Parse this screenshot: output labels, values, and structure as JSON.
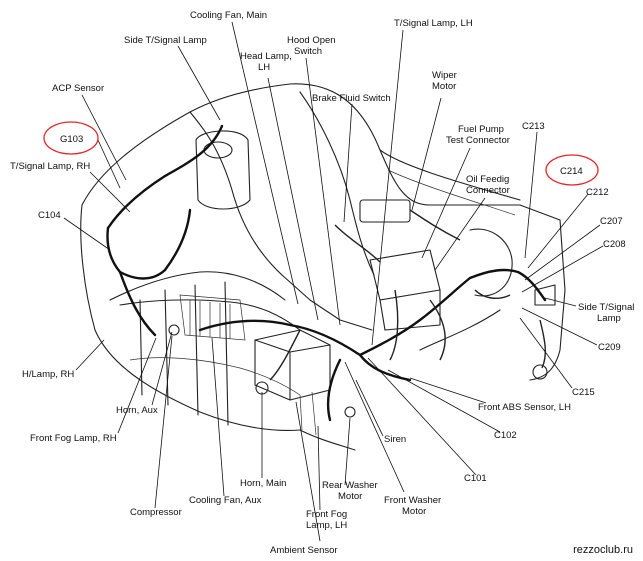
{
  "watermark": "rezzoclub.ru",
  "labels": [
    {
      "id": "cooling-fan-main",
      "lines": [
        "Cooling Fan, Main"
      ]
    },
    {
      "id": "side-tsignal-lamp-top",
      "lines": [
        "Side T/Signal Lamp"
      ]
    },
    {
      "id": "head-lamp-lh",
      "lines": [
        "Head Lamp,",
        "LH"
      ]
    },
    {
      "id": "hood-open-switch",
      "lines": [
        "Hood Open",
        "Switch"
      ]
    },
    {
      "id": "tsignal-lamp-lh",
      "lines": [
        "T/Signal Lamp, LH"
      ]
    },
    {
      "id": "acp-sensor",
      "lines": [
        "ACP Sensor"
      ]
    },
    {
      "id": "brake-fluid-switch",
      "lines": [
        "Brake Fluid Switch"
      ]
    },
    {
      "id": "wiper-motor",
      "lines": [
        "Wiper",
        "Motor"
      ]
    },
    {
      "id": "g103",
      "lines": [
        "G103"
      ]
    },
    {
      "id": "fuel-pump-test-connector",
      "lines": [
        "Fuel Pump",
        "Test Connector"
      ]
    },
    {
      "id": "c213",
      "lines": [
        "C213"
      ]
    },
    {
      "id": "tsignal-lamp-rh",
      "lines": [
        "T/Signal Lamp, RH"
      ]
    },
    {
      "id": "c214",
      "lines": [
        "C214"
      ]
    },
    {
      "id": "oil-feedig-connector",
      "lines": [
        "Oil Feedig",
        "Connector"
      ]
    },
    {
      "id": "c212",
      "lines": [
        "C212"
      ]
    },
    {
      "id": "c104",
      "lines": [
        "C104"
      ]
    },
    {
      "id": "c207",
      "lines": [
        "C207"
      ]
    },
    {
      "id": "c208",
      "lines": [
        "C208"
      ]
    },
    {
      "id": "side-tsignal-lamp-right",
      "lines": [
        "Side T/Signal",
        "Lamp"
      ]
    },
    {
      "id": "c209",
      "lines": [
        "C209"
      ]
    },
    {
      "id": "h-lamp-rh",
      "lines": [
        "H/Lamp, RH"
      ]
    },
    {
      "id": "c215",
      "lines": [
        "C215"
      ]
    },
    {
      "id": "front-abs-sensor-lh",
      "lines": [
        "Front ABS Sensor, LH"
      ]
    },
    {
      "id": "horn-aux",
      "lines": [
        "Horn, Aux"
      ]
    },
    {
      "id": "c102",
      "lines": [
        "C102"
      ]
    },
    {
      "id": "front-fog-lamp-rh",
      "lines": [
        "Front Fog Lamp, RH"
      ]
    },
    {
      "id": "siren",
      "lines": [
        "Siren"
      ]
    },
    {
      "id": "c101",
      "lines": [
        "C101"
      ]
    },
    {
      "id": "horn-main",
      "lines": [
        "Horn, Main"
      ]
    },
    {
      "id": "rear-washer-motor",
      "lines": [
        "Rear Washer",
        "Motor"
      ]
    },
    {
      "id": "front-washer-motor",
      "lines": [
        "Front Washer",
        "Motor"
      ]
    },
    {
      "id": "cooling-fan-aux",
      "lines": [
        "Cooling Fan, Aux"
      ]
    },
    {
      "id": "compressor",
      "lines": [
        "Compressor"
      ]
    },
    {
      "id": "front-fog-lamp-lh",
      "lines": [
        "Front Fog",
        "Lamp, LH"
      ]
    },
    {
      "id": "ambient-sensor",
      "lines": [
        "Ambient Sensor"
      ]
    }
  ],
  "highlighted": [
    "G103",
    "C214"
  ],
  "colors": {
    "highlight": "#e3262b",
    "ink": "#111111",
    "background": "#ffffff"
  }
}
